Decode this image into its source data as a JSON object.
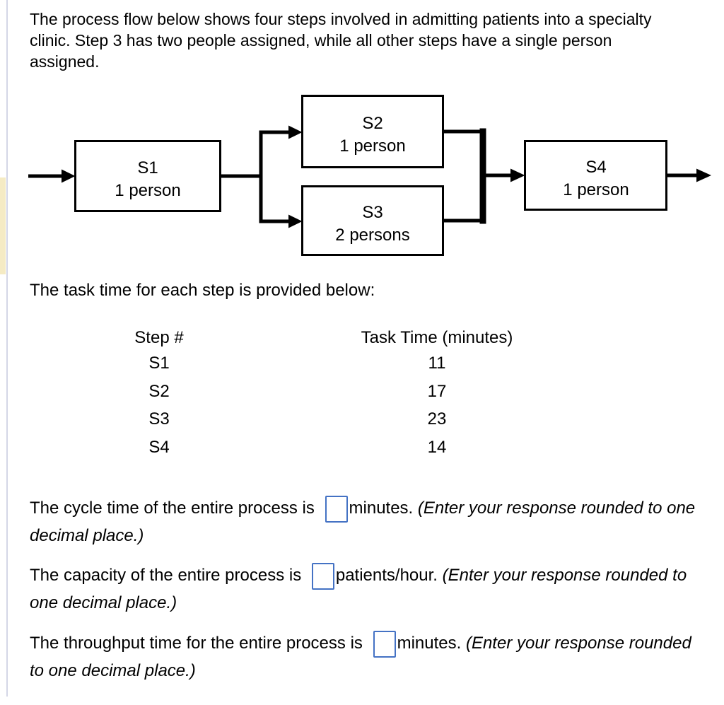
{
  "page": {
    "intro_lines": [
      "The process flow below shows four steps involved in admitting patients into a specialty",
      "clinic. Step 3 has two people assigned, while all other steps have a single person",
      "assigned."
    ],
    "colors": {
      "left_strip": "#f5ebc4",
      "left_border_line": "#d4d7e6",
      "input_border": "#4472c4",
      "diagram_stroke": "#000000"
    }
  },
  "diagram": {
    "steps": [
      {
        "label": "S1",
        "sublabel": "1 person"
      },
      {
        "label": "S2",
        "sublabel": "1 person"
      },
      {
        "label": "S3",
        "sublabel": "2 persons"
      },
      {
        "label": "S4",
        "sublabel": "1 person"
      }
    ]
  },
  "task_table": {
    "intro": "The task time for each step is provided below:",
    "headers": [
      "Step #",
      "Task Time (minutes)"
    ],
    "rows": [
      [
        "S1",
        "11"
      ],
      [
        "S2",
        "17"
      ],
      [
        "S3",
        "23"
      ],
      [
        "S4",
        "14"
      ]
    ]
  },
  "questions": [
    {
      "pre": "The cycle time of the entire process is",
      "value": "",
      "unit": "minutes.",
      "note_line1": "(Enter your response rounded to one",
      "note_line2": "decimal place.)"
    },
    {
      "pre": "The capacity of the entire process is",
      "value": "",
      "unit": "patients/hour.",
      "note_line1": "(Enter your response rounded to",
      "note_line2": "one decimal place.)"
    },
    {
      "pre": "The throughput time for the entire process is",
      "value": "",
      "unit": "minutes.",
      "note_line1": "(Enter your response rounded",
      "note_line2": "to one decimal place.)"
    }
  ]
}
